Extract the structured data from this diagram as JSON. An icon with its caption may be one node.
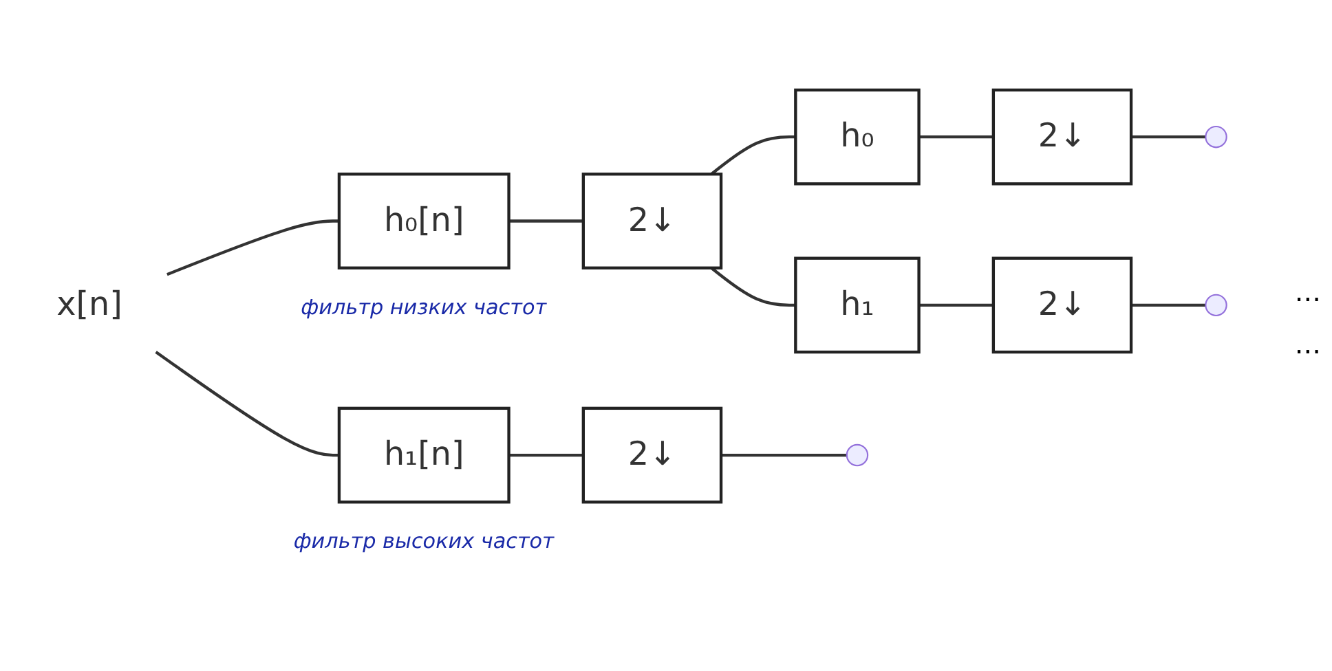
{
  "diagram": {
    "nodes": [
      {
        "text": [
          "x[n]"
        ]
      },
      {
        "text": [
          "h₀[n]"
        ],
        "beside": [
          "фильтр низких частот"
        ]
      },
      {
        "text": [
          "2↓"
        ]
      },
      {
        "text": [
          "h₀"
        ]
      },
      {
        "text": [
          "2↓"
        ]
      },
      {
        "text": [
          "h₁"
        ]
      },
      {
        "text": [
          "2↓"
        ]
      },
      {
        "text": [
          "h₁[n]"
        ],
        "beside": [
          "фильтр высоких частот"
        ]
      },
      {
        "text": [
          "2↓"
        ]
      }
    ],
    "edges": [
      {
        "from": 0,
        "to": 1,
        "arrow": "none"
      },
      {
        "from": 0,
        "to": 7,
        "arrow": "none"
      },
      {
        "from": 1,
        "to": 2,
        "arrow": "none"
      },
      {
        "from": 2,
        "to": 3,
        "arrow": "none"
      },
      {
        "from": 2,
        "to": 5,
        "arrow": "none"
      },
      {
        "from": 3,
        "to": 4,
        "arrow": "none"
      },
      {
        "from": 4,
        "to": null,
        "arrow": "none"
      },
      {
        "from": 5,
        "to": 6,
        "arrow": "none"
      },
      {
        "from": 6,
        "to": null,
        "arrow": "none"
      },
      {
        "from": 7,
        "to": 8,
        "arrow": "none"
      },
      {
        "from": 8,
        "to": null,
        "arrow": "none"
      }
    ],
    "labels": [
      "...",
      "..."
    ]
  }
}
